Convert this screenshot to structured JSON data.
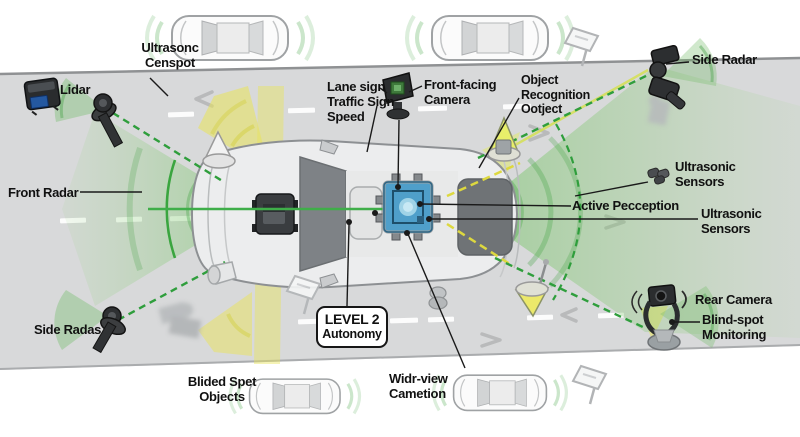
{
  "colors": {
    "road_gray": "#d8d9da",
    "sensor_green": "#3fae49",
    "sensor_green_dashed": "#2f9e3c",
    "sensor_yellow": "#e9e464",
    "ecu_chip_blue": "#4f9fca",
    "label_text": "#111111"
  },
  "labels": {
    "ultrasonic_blindspot": {
      "lines": [
        "Ultrasonc",
        "Censpot"
      ]
    },
    "lidar": {
      "lines": [
        "Lidar"
      ]
    },
    "front_radar": {
      "lines": [
        "Front Radar"
      ]
    },
    "side_radar_left": {
      "lines": [
        "Side Radas"
      ]
    },
    "blind_spot_objects": {
      "lines": [
        "Blided Spet",
        "Objects"
      ]
    },
    "lane_sign": {
      "lines": [
        "Lane sign",
        "Traffic Sign",
        "Speed"
      ]
    },
    "front_camera": {
      "lines": [
        "Front-facing",
        "Camera"
      ]
    },
    "object_recognition": {
      "lines": [
        "Object",
        "Recognition",
        "Ootject"
      ]
    },
    "side_radar_right": {
      "lines": [
        "Side Radar"
      ]
    },
    "ultrasonic_sensors_upper": {
      "lines": [
        "Ultrasonic",
        "Sensors"
      ]
    },
    "active_perception": {
      "lines": [
        "Active Pecception"
      ]
    },
    "ultrasonic_sensors_lower": {
      "lines": [
        "Ultrasonic",
        "Sensors"
      ]
    },
    "rear_camera": {
      "lines": [
        "Rear Camera"
      ]
    },
    "blind_spot_monitoring": {
      "lines": [
        "Blind-spot",
        "Monitoring"
      ]
    },
    "wide_view": {
      "lines": [
        "Widr-view",
        "Cametion"
      ]
    },
    "level2_autonomy": {
      "lines": [
        "LEVEL 2",
        "Autonomy"
      ]
    }
  },
  "icons": {
    "lidar": "lidar-device-icon",
    "front_camera": "front-camera-icon",
    "side_radar_top_left": "corner-radar-icon",
    "side_radar_top_right": "side-radar-icon",
    "side_radar_bottom_left": "corner-radar-icon",
    "rear_camera": "rear-camera-icon",
    "ultrasonic_sensor": "ultrasonic-sensor-icon",
    "ecu": "ecu-chip-icon",
    "hood_lidar": "roof-lidar-icon",
    "traffic_cone": "traffic-cone-icon",
    "road_sign": "road-sign-icon"
  }
}
